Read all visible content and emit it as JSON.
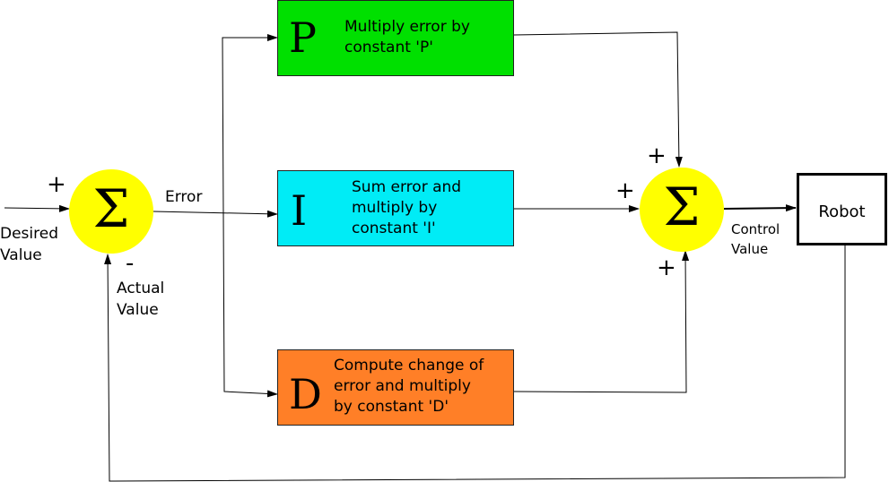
{
  "blocks": {
    "p": {
      "letter": "P",
      "text": "Multiply error by\nconstant 'P'",
      "color": "#00e000"
    },
    "i": {
      "letter": "I",
      "text": "Sum error and\nmultiply by\nconstant 'I'",
      "color": "#00ecf6"
    },
    "d": {
      "letter": "D",
      "text": "Compute change of\nerror and multiply\nby constant 'D'",
      "color": "#ff7f27"
    }
  },
  "junctions": {
    "input": {
      "symbol": "Σ",
      "color": "#ffff00",
      "plus": "+",
      "minus": "-"
    },
    "output": {
      "symbol": "Σ",
      "color": "#ffff00",
      "plus_top": "+",
      "plus_left": "+",
      "plus_bottom": "+"
    }
  },
  "labels": {
    "desired_value": "Desired\nValue",
    "actual_value": "Actual\nValue",
    "error": "Error",
    "control_value": "Control\nValue"
  },
  "plant": {
    "name": "Robot"
  },
  "line_color": "#000000"
}
